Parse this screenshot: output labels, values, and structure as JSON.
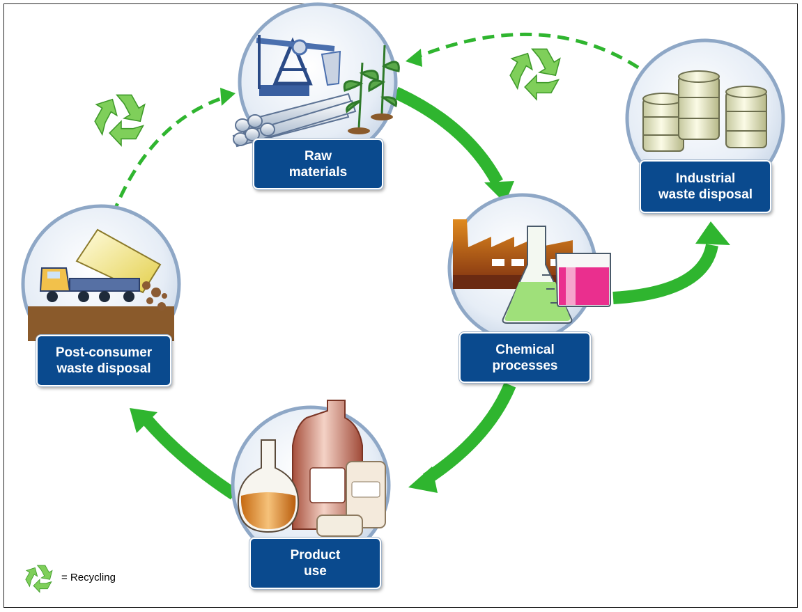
{
  "nodes": {
    "raw_materials": {
      "line1": "Raw",
      "line2": "materials"
    },
    "chemical_processes": {
      "line1": "Chemical",
      "line2": "processes"
    },
    "industrial_waste": {
      "line1": "Industrial",
      "line2": "waste disposal"
    },
    "product_use": {
      "line1": "Product",
      "line2": "use"
    },
    "post_consumer": {
      "line1": "Post-consumer",
      "line2": "waste disposal"
    }
  },
  "legend": {
    "text": "= Recycling",
    "icon": "recycle-icon"
  },
  "colors": {
    "label_bg": "#0a4a8e",
    "flow_arrow": "#2fb52f",
    "recycle_arrow": "#2fb52f",
    "recycle_icon": "#8fd26a",
    "circle_bg": "#dfe7f1",
    "circle_ring": "#8ea7c6"
  }
}
